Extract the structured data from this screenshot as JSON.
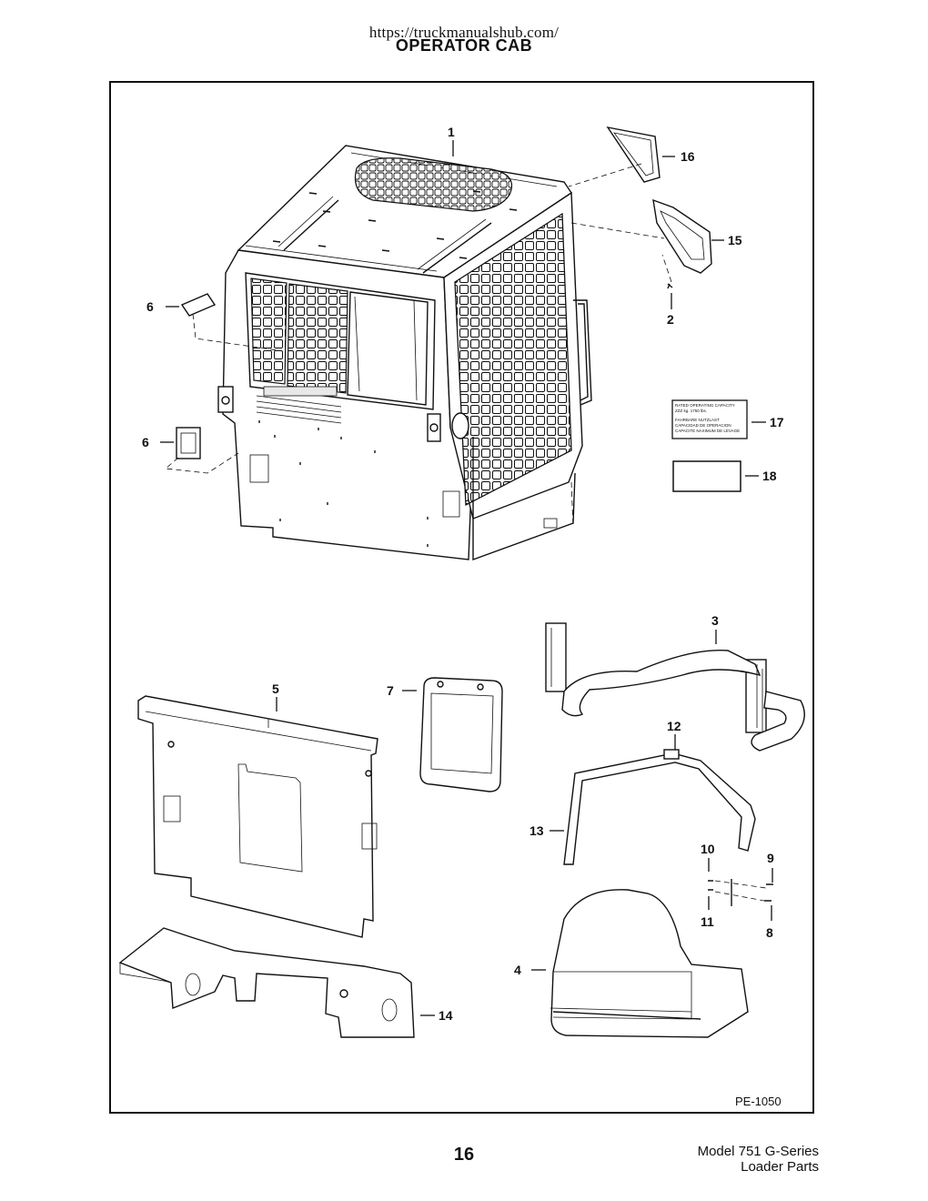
{
  "header": {
    "watermark_url": "https://truckmanualshub.com/",
    "title": "OPERATOR CAB"
  },
  "figure": {
    "reference": "PE-1050",
    "callouts": {
      "c1": "1",
      "c2": "2",
      "c3": "3",
      "c4": "4",
      "c5": "5",
      "c6a": "6",
      "c6b": "6",
      "c7": "7",
      "c8": "8",
      "c9": "9",
      "c10": "10",
      "c11": "11",
      "c12": "12",
      "c13": "13",
      "c14": "14",
      "c15": "15",
      "c16": "16",
      "c17": "17",
      "c18": "18"
    },
    "decal_17": {
      "line1": "RATED OPERATING CAPACITY",
      "line2": "ZZZ kg.          1750 lbs.",
      "line3": "FAHRBARE NUTZLAST",
      "line4": "CAPACIDAD DE OPERACION",
      "line5": "CAPACITE NAXIMUM DE LEVAGE"
    }
  },
  "footer": {
    "page_number": "16",
    "model_line1": "Model 751 G-Series",
    "model_line2": "Loader Parts"
  }
}
